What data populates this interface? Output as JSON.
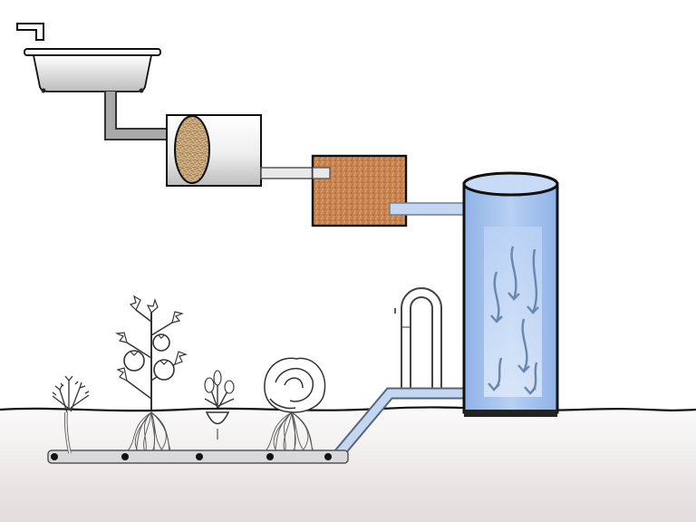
{
  "diagram": {
    "description_text": [],
    "components": [
      {
        "id": "faucet",
        "kind": "tap-icon"
      },
      {
        "id": "basin",
        "kind": "sink-icon"
      },
      {
        "id": "coarse-filter",
        "kind": "filter-drum-icon",
        "media": "straw"
      },
      {
        "id": "sand-filter",
        "kind": "filter-box-icon",
        "media": "sand"
      },
      {
        "id": "storage-tank",
        "kind": "tank-icon",
        "flow": "downward-arrows"
      },
      {
        "id": "overflow-vent",
        "kind": "u-pipe-icon"
      },
      {
        "id": "drip-line",
        "kind": "pipe-icon",
        "emitters": 5
      },
      {
        "id": "plants",
        "kind": "plant-icons",
        "items": [
          "carrot-icon",
          "tomato-icon",
          "radish-icon",
          "cabbage-icon"
        ]
      }
    ],
    "colors": {
      "soil": "#e7e2e2",
      "ground_line": "#111111",
      "tank_water": "#9fc0ee",
      "tank_water_light": "#c9ddf7",
      "pipe_grey": "#a9a9a9",
      "pipe_blue": "#c5d6f1",
      "sand": "#c8834f",
      "straw": "#c9a77a",
      "emitter": "#111111",
      "arrow": "#6a86ad"
    }
  }
}
